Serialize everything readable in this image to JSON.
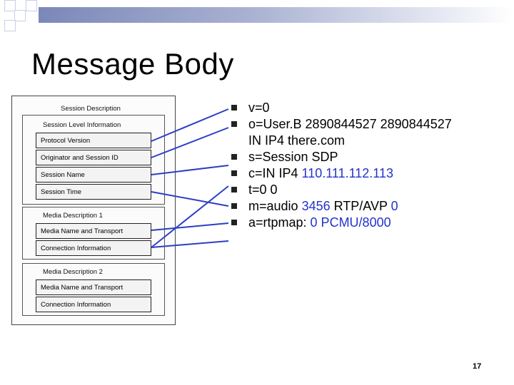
{
  "title": "Message Body",
  "diagram": {
    "outer": "Session Description",
    "session_level": "Session Level Information",
    "protocol_version": "Protocol Version",
    "originator": "Originator and Session ID",
    "session_name": "Session Name",
    "session_time": "Session Time",
    "media1": "Media Description 1",
    "media1_name": "Media Name and Transport",
    "media1_conn": "Connection Information",
    "media2": "Media Description 2",
    "media2_name": "Media Name and Transport",
    "media2_conn": "Connection Information"
  },
  "lines": [
    {
      "parts": [
        {
          "t": "v=0"
        }
      ]
    },
    {
      "parts": [
        {
          "t": "o=User.B 2890844527 2890844527"
        }
      ],
      "cont": "IN IP4 there.com"
    },
    {
      "parts": [
        {
          "t": "s=Session SDP"
        }
      ]
    },
    {
      "parts": [
        {
          "t": "c=IN IP4 "
        },
        {
          "t": "110.111.112.113",
          "blue": true
        }
      ]
    },
    {
      "parts": [
        {
          "t": "t=0 0"
        }
      ]
    },
    {
      "parts": [
        {
          "t": "m=audio "
        },
        {
          "t": "3456",
          "blue": true
        },
        {
          "t": " RTP/AVP "
        },
        {
          "t": "0",
          "blue": true
        }
      ]
    },
    {
      "parts": [
        {
          "t": "a=rtpmap: "
        },
        {
          "t": "0 PCMU/8000",
          "blue": true
        }
      ]
    }
  ],
  "page_number": "17",
  "colors": {
    "arrow": "#2b3fc4",
    "bar_dark": "#7b88b8",
    "value_blue": "#2233cc"
  }
}
